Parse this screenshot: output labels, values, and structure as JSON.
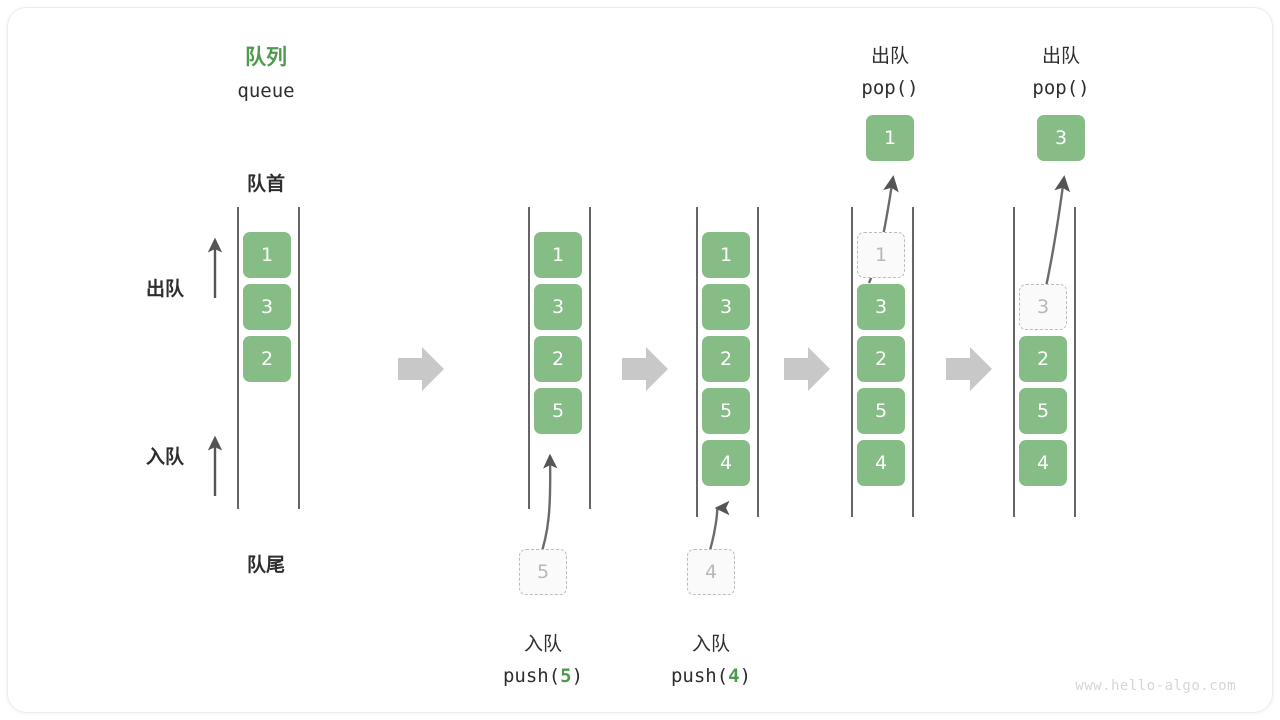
{
  "diagram": {
    "title_cn": "队列",
    "title_en": "queue",
    "front_label": "队首",
    "rear_label": "队尾",
    "dequeue_label": "出队",
    "enqueue_label": "入队",
    "watermark": "www.hello-algo.com",
    "accent_green": "#4e9a4e",
    "cell_green": "#86bc86",
    "ghost_gray": "#b8b8b8",
    "arrow_gray": "#555555",
    "separator_gray": "#c8c8c8"
  },
  "stages": [
    {
      "name": "initial-queue",
      "cells": [
        "1",
        "3",
        "2"
      ],
      "ghost_index": -1,
      "empty_top_slots": 0
    },
    {
      "name": "after-push-5",
      "cells": [
        "1",
        "3",
        "2",
        "5"
      ],
      "ghost_index": -1,
      "empty_top_slots": 0,
      "incoming_ghost": "5",
      "op_cn": "入队",
      "op_code_prefix": "push(",
      "op_code_value": "5",
      "op_code_suffix": ")"
    },
    {
      "name": "after-push-4",
      "cells": [
        "1",
        "3",
        "2",
        "5",
        "4"
      ],
      "ghost_index": -1,
      "empty_top_slots": 0,
      "incoming_ghost": "4",
      "op_cn": "入队",
      "op_code_prefix": "push(",
      "op_code_value": "4",
      "op_code_suffix": ")"
    },
    {
      "name": "after-pop-1",
      "cells": [
        "1",
        "3",
        "2",
        "5",
        "4"
      ],
      "ghost_index": 0,
      "empty_top_slots": 0,
      "popped_value": "1",
      "op_cn": "出队",
      "op_code": "pop()"
    },
    {
      "name": "after-pop-3",
      "cells": [
        "3",
        "2",
        "5",
        "4"
      ],
      "ghost_index": 0,
      "empty_top_slots": 1,
      "popped_value": "3",
      "op_cn": "出队",
      "op_code": "pop()"
    }
  ],
  "separators": [
    "arrow-right",
    "arrow-right",
    "arrow-right",
    "arrow-right"
  ]
}
